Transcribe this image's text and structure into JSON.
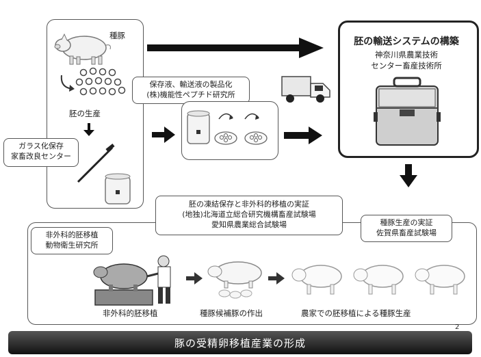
{
  "production": {
    "breeding_pig_label": "種豚",
    "embryo_production_label": "胚の生産",
    "vitrification_box": [
      "ガラス化保存",
      "家畜改良センター"
    ]
  },
  "solution": {
    "label_lines": [
      "保存液、輸送液の製品化",
      "(株)機能性ペプチド研究所"
    ]
  },
  "transport": {
    "title": "胚の輸送システムの構築",
    "subtitle_lines": [
      "神奈川県農業技術",
      "センター畜産技術所"
    ]
  },
  "demo": {
    "frozen_lines": [
      "胚の凍結保存と非外科的移植の実証",
      "(地独)北海道立総合研究機構畜産試験場",
      "愛知県農業総合試験場"
    ],
    "breeding_lines": [
      "種豚生産の実証",
      "佐賀県畜産試験場"
    ],
    "transfer_lines": [
      "非外科的胚移植",
      "動物衛生研究所"
    ],
    "steps": [
      "非外科的胚移植",
      "種豚候補豚の作出",
      "農家での胚移植による種豚生産"
    ]
  },
  "page_number": "2",
  "footer_title": "豚の受精卵移植産業の形成",
  "colors": {
    "arrow": "#111111",
    "border": "#555555",
    "bar": "#222222"
  }
}
